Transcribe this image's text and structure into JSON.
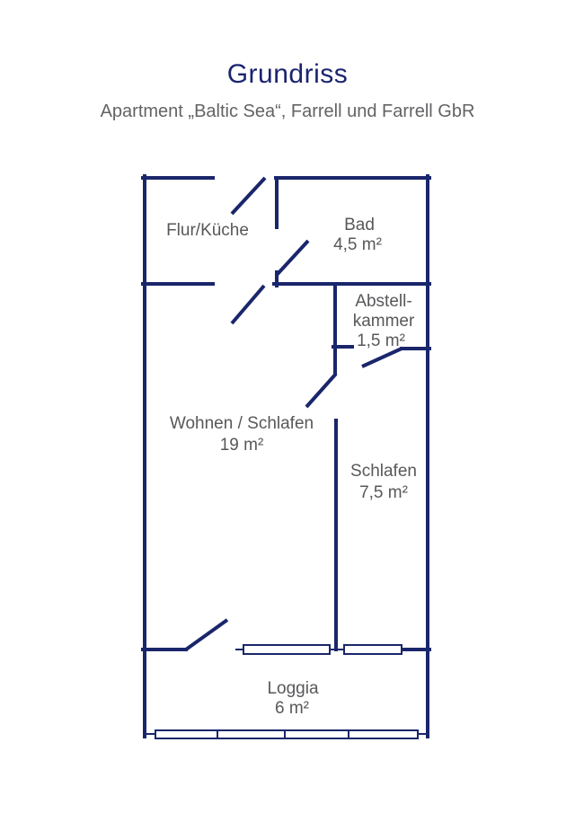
{
  "title": "Grundriss",
  "subtitle": "Apartment „Baltic Sea“, Farrell und Farrell GbR",
  "colors": {
    "wall": "#1a266b",
    "title_text": "#1b2470",
    "subtitle_text": "#636366",
    "room_label_text": "#58585b",
    "background": "#ffffff"
  },
  "rooms": {
    "flur_kueche": {
      "name": "Flur/Küche"
    },
    "bad": {
      "name": "Bad",
      "area": "4,5 m²"
    },
    "abstellkammer": {
      "name_line1": "Abstell-",
      "name_line2": "kammer",
      "area": "1,5 m²"
    },
    "wohnen_schlafen": {
      "name": "Wohnen / Schlafen",
      "area": "19 m²"
    },
    "schlafen": {
      "name": "Schlafen",
      "area": "7,5 m²"
    },
    "loggia": {
      "name": "Loggia",
      "area": "6 m²"
    }
  }
}
